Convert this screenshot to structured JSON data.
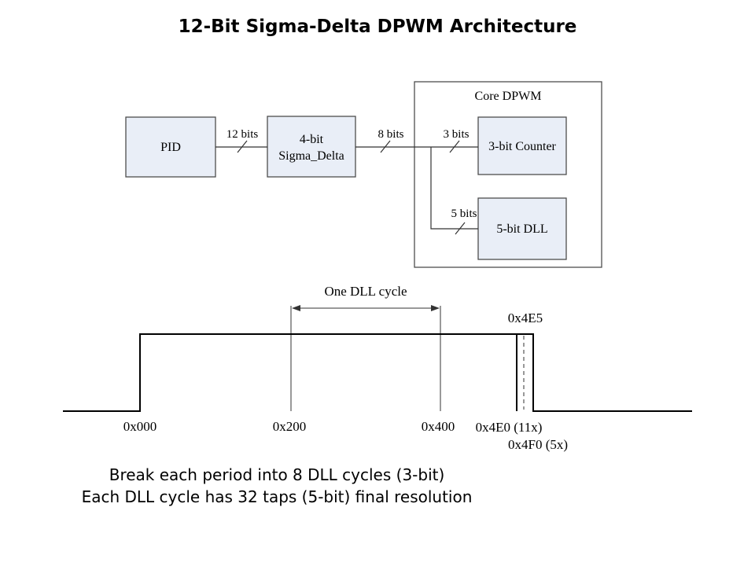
{
  "title": "12-Bit Sigma-Delta DPWM Architecture",
  "block_diagram": {
    "pid_label": "PID",
    "sigma_delta_line1": "4-bit",
    "sigma_delta_line2": "Sigma_Delta",
    "core_dpwm_label": "Core DPWM",
    "counter_label": "3-bit Counter",
    "dll_label": "5-bit DLL",
    "bus_12_label": "12 bits",
    "bus_8_label": "8 bits",
    "bus_3_label": "3 bits",
    "bus_5_label": "5 bits"
  },
  "waveform": {
    "dll_cycle_label": "One DLL cycle",
    "pulse_label": "0x4E5",
    "x_labels": [
      "0x000",
      "0x200",
      "0x400",
      "0x4E0 (11x)",
      "0x4F0 (5x)"
    ]
  },
  "caption": {
    "line1": "Break each period into 8 DLL cycles (3-bit)",
    "line2": "Each DLL cycle has 32 taps (5-bit) final resolution"
  },
  "colors": {
    "box_fill": "#e9eef7",
    "box_border": "#4d4d4d",
    "line": "#000000"
  }
}
